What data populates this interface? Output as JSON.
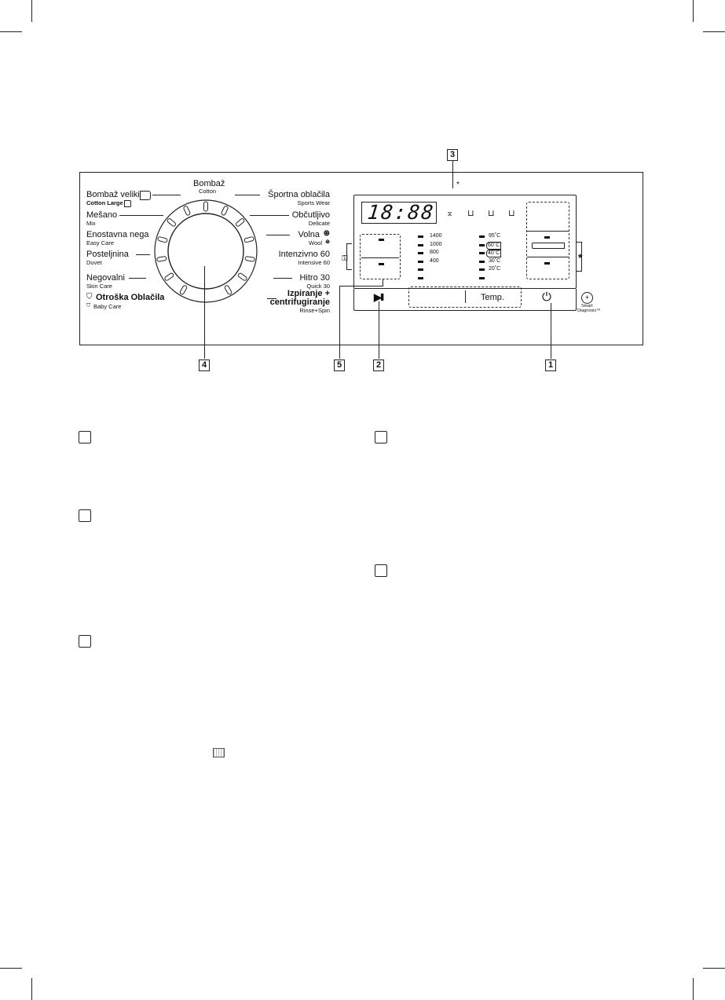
{
  "programs_left": [
    {
      "name": "Bombaž veliki",
      "sub": "Cotton Large"
    },
    {
      "name": "Mešano",
      "sub": "Mix"
    },
    {
      "name": "Enostavna nega",
      "sub": "Easy Care"
    },
    {
      "name": "Posteljnina",
      "sub": "Duvet"
    },
    {
      "name": "Negovalni",
      "sub": "Skin Care"
    },
    {
      "name": "Otroška Oblačila",
      "sub": "Baby Care"
    }
  ],
  "program_top": {
    "name": "Bombaž",
    "sub": "Cotton"
  },
  "programs_right": [
    {
      "name": "Športna oblačila",
      "sub": "Sports Wear"
    },
    {
      "name": "Občutljivo",
      "sub": "Delicate"
    },
    {
      "name": "Volna",
      "sub": "Wool"
    },
    {
      "name": "Intenzivno 60",
      "sub": "Intensive 60"
    },
    {
      "name": "Hitro 30",
      "sub": "Quick 30"
    },
    {
      "name": "Izpiranje + centrifugiranje",
      "sub": "Rinse+Spin"
    }
  ],
  "display": {
    "time": "18:88"
  },
  "spin_speeds": [
    "1400",
    "1000",
    "800",
    "400",
    "",
    ""
  ],
  "temperatures": [
    "95˚C",
    "60˚C",
    "40˚C",
    "30˚C",
    "20˚C",
    ""
  ],
  "buttons": {
    "temp_label": "Temp.",
    "play_pause_symbol": "▶II",
    "power_symbol": "⏻"
  },
  "smart_diagnosis": {
    "line1": "Smart",
    "line2": "Diagnosis™"
  },
  "asterisk": "*",
  "callouts": {
    "c1": "1",
    "c2": "2",
    "c3": "3",
    "c4": "4",
    "c5": "5"
  }
}
